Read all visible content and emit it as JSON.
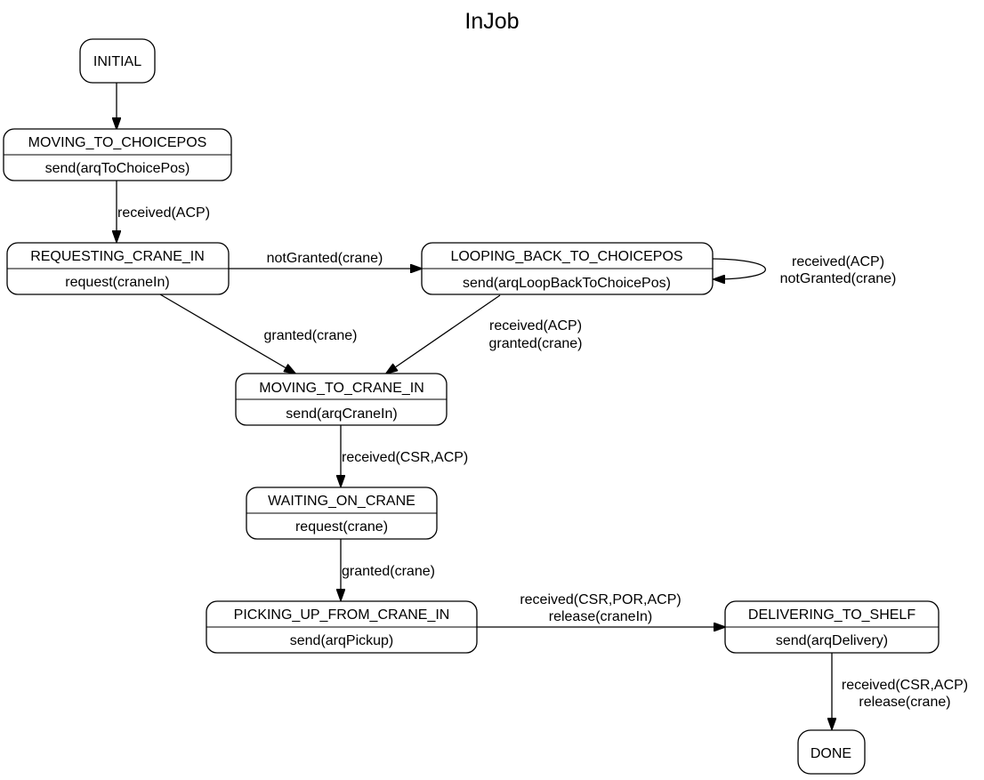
{
  "title": "InJob",
  "states": {
    "initial": {
      "name": "INITIAL"
    },
    "moving_to_choicepos": {
      "name": "MOVING_TO_CHOICEPOS",
      "action": "send(arqToChoicePos)"
    },
    "requesting_crane_in": {
      "name": "REQUESTING_CRANE_IN",
      "action": "request(craneIn)"
    },
    "looping_back_to_choicepos": {
      "name": "LOOPING_BACK_TO_CHOICEPOS",
      "action": "send(arqLoopBackToChoicePos)"
    },
    "moving_to_crane_in": {
      "name": "MOVING_TO_CRANE_IN",
      "action": "send(arqCraneIn)"
    },
    "waiting_on_crane": {
      "name": "WAITING_ON_CRANE",
      "action": "request(crane)"
    },
    "picking_up_from_crane_in": {
      "name": "PICKING_UP_FROM_CRANE_IN",
      "action": "send(arqPickup)"
    },
    "delivering_to_shelf": {
      "name": "DELIVERING_TO_SHELF",
      "action": "send(arqDelivery)"
    },
    "done": {
      "name": "DONE"
    }
  },
  "transitions": [
    {
      "from": "INITIAL",
      "to": "MOVING_TO_CHOICEPOS",
      "label": []
    },
    {
      "from": "MOVING_TO_CHOICEPOS",
      "to": "REQUESTING_CRANE_IN",
      "label": [
        "received(ACP)"
      ]
    },
    {
      "from": "REQUESTING_CRANE_IN",
      "to": "LOOPING_BACK_TO_CHOICEPOS",
      "label": [
        "notGranted(crane)"
      ]
    },
    {
      "from": "LOOPING_BACK_TO_CHOICEPOS",
      "to": "LOOPING_BACK_TO_CHOICEPOS",
      "label": [
        "received(ACP)",
        "notGranted(crane)"
      ]
    },
    {
      "from": "REQUESTING_CRANE_IN",
      "to": "MOVING_TO_CRANE_IN",
      "label": [
        "granted(crane)"
      ]
    },
    {
      "from": "LOOPING_BACK_TO_CHOICEPOS",
      "to": "MOVING_TO_CRANE_IN",
      "label": [
        "received(ACP)",
        "granted(crane)"
      ]
    },
    {
      "from": "MOVING_TO_CRANE_IN",
      "to": "WAITING_ON_CRANE",
      "label": [
        "received(CSR,ACP)"
      ]
    },
    {
      "from": "WAITING_ON_CRANE",
      "to": "PICKING_UP_FROM_CRANE_IN",
      "label": [
        "granted(crane)"
      ]
    },
    {
      "from": "PICKING_UP_FROM_CRANE_IN",
      "to": "DELIVERING_TO_SHELF",
      "label": [
        "received(CSR,POR,ACP)",
        "release(craneIn)"
      ]
    },
    {
      "from": "DELIVERING_TO_SHELF",
      "to": "DONE",
      "label": [
        "received(CSR,ACP)",
        "release(crane)"
      ]
    }
  ]
}
